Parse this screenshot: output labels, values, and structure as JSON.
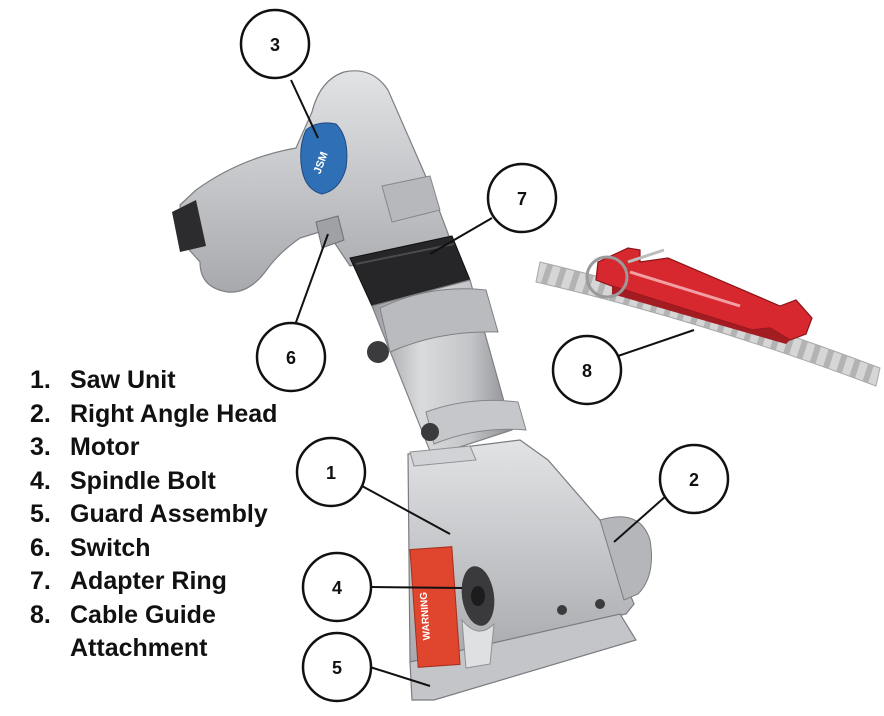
{
  "legend": [
    {
      "number": "1.",
      "label": "Saw Unit"
    },
    {
      "number": "2.",
      "label": "Right Angle Head"
    },
    {
      "number": "3.",
      "label": "Motor"
    },
    {
      "number": "4.",
      "label": "Spindle Bolt"
    },
    {
      "number": "5.",
      "label": "Guard Assembly"
    },
    {
      "number": "6.",
      "label": "Switch"
    },
    {
      "number": "7.",
      "label": "Adapter Ring"
    },
    {
      "number": "8.",
      "label": "Cable Guide Attachment"
    }
  ],
  "callouts": [
    "1",
    "2",
    "3",
    "4",
    "5",
    "6",
    "7",
    "8"
  ],
  "brand_badge": "JSM",
  "warning_label": "WARNING",
  "colors": {
    "tool_body": "#c9cacc",
    "tool_shadow": "#8e9094",
    "grip_dark": "#3a3a3c",
    "blue_badge": "#2f6fb6",
    "warning_red": "#e0452e",
    "guide_red": "#d7282f",
    "cable": "#cfcfcf"
  }
}
